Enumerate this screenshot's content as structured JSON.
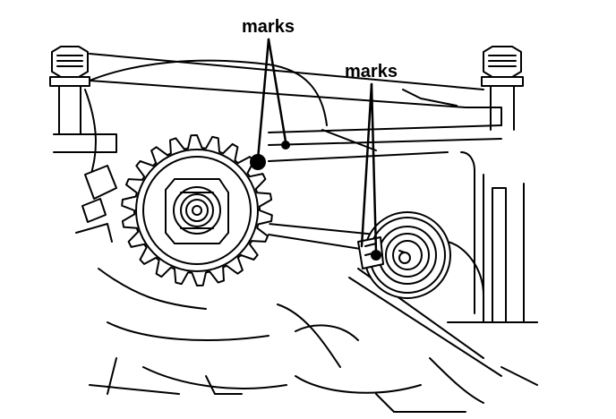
{
  "labels": {
    "left_marks": "marks",
    "right_marks": "marks"
  },
  "colors": {
    "ink": "#000000",
    "paper": "#ffffff"
  },
  "icons": {
    "crank_sprocket": "sprocket-gear-icon",
    "balancer_pulley": "pulley-icon",
    "mark_dot": "filled-dot-mark"
  }
}
